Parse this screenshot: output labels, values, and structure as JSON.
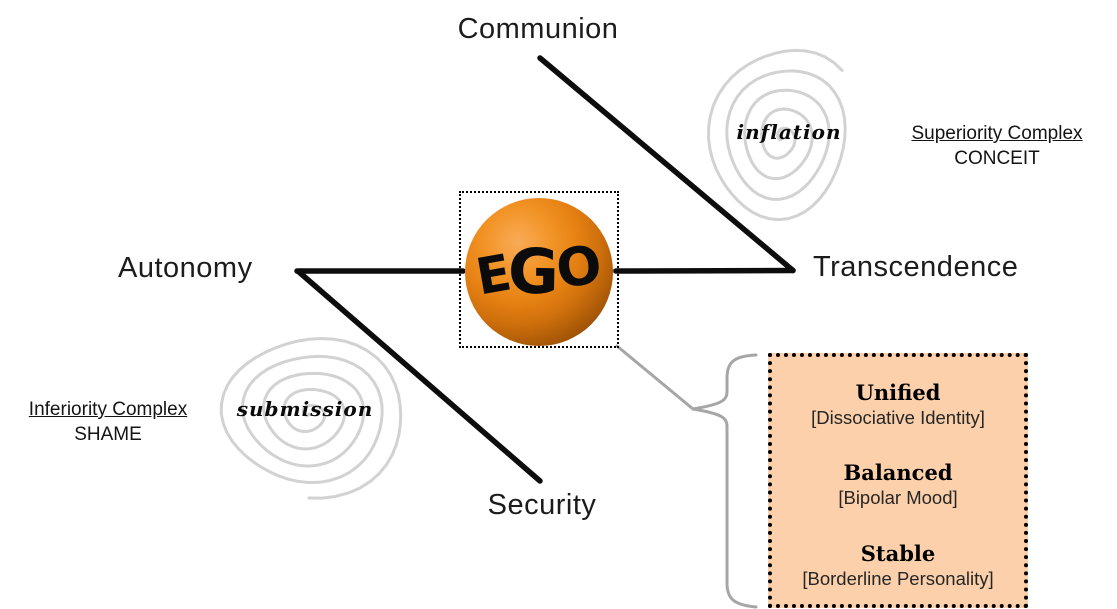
{
  "axes": {
    "top_label": "Communion",
    "left_label": "Autonomy",
    "right_label": "Transcendence",
    "bottom_label": "Security"
  },
  "center": {
    "label": "EGO"
  },
  "top_right_quadrant": {
    "spiral_word": "inflation",
    "complex_label": "Superiority Complex",
    "caps_label": "CONCEIT"
  },
  "bottom_left_quadrant": {
    "spiral_word": "submission",
    "complex_label": "Inferiority Complex",
    "caps_label": "SHAME"
  },
  "legend_box": {
    "items": [
      {
        "title": "Unified",
        "subtitle": "[Dissociative Identity]"
      },
      {
        "title": "Balanced",
        "subtitle": "[Bipolar Mood]"
      },
      {
        "title": "Stable",
        "subtitle": "[Borderline Personality]"
      }
    ]
  },
  "colors": {
    "axis_line": "#0d0d0d",
    "connector_gray": "#a6a6a6",
    "spiral_gray": "#d2d2d2",
    "legend_box_fill": "#fbd0ab",
    "ball_orange": "#e68213",
    "text": "#1c1c1c"
  }
}
